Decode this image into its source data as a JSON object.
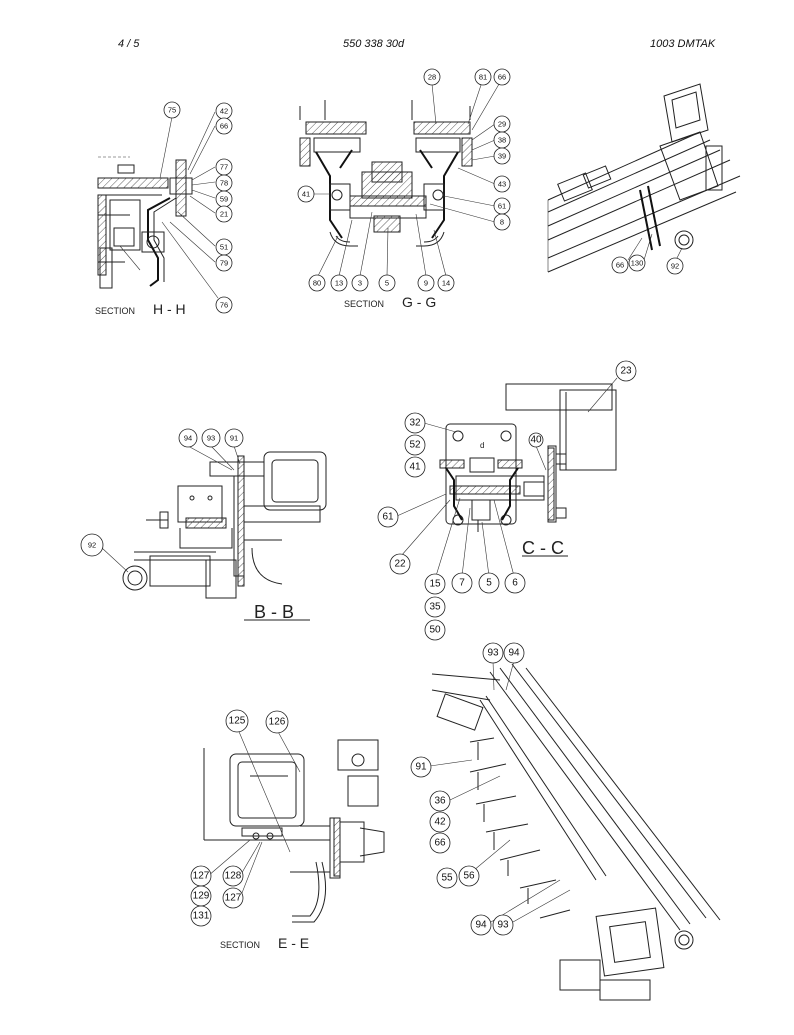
{
  "header": {
    "page": "4 /   5",
    "doc": "550 338 30d",
    "model": "1003 DMTAK"
  },
  "sections": {
    "hh": {
      "small": "SECTION",
      "big": "H - H"
    },
    "gg": {
      "small": "SECTION",
      "big": "G - G"
    },
    "bb": {
      "big": "B - B"
    },
    "cc": {
      "big": "C - C"
    },
    "ee": {
      "small": "SECTION",
      "big": "E - E"
    }
  },
  "callouts": {
    "hh": [
      "75",
      "42",
      "66",
      "77",
      "78",
      "59",
      "21",
      "51",
      "79",
      "76"
    ],
    "gg": [
      "28",
      "81",
      "66",
      "29",
      "38",
      "39",
      "43",
      "41",
      "61",
      "8",
      "80",
      "13",
      "3",
      "5",
      "9",
      "14"
    ],
    "iso1": [
      "66",
      "130",
      "92"
    ],
    "bb": [
      "94",
      "93",
      "91",
      "92"
    ],
    "cc": [
      "23",
      "32",
      "52",
      "41",
      "40",
      "61",
      "22",
      "15",
      "35",
      "50",
      "7",
      "5",
      "6"
    ],
    "iso2": [
      "93",
      "94",
      "91",
      "36",
      "42",
      "66",
      "55",
      "56",
      "94",
      "93"
    ],
    "ee": [
      "125",
      "126",
      "127",
      "129",
      "131",
      "128",
      "127"
    ]
  },
  "plate_mark": "d"
}
